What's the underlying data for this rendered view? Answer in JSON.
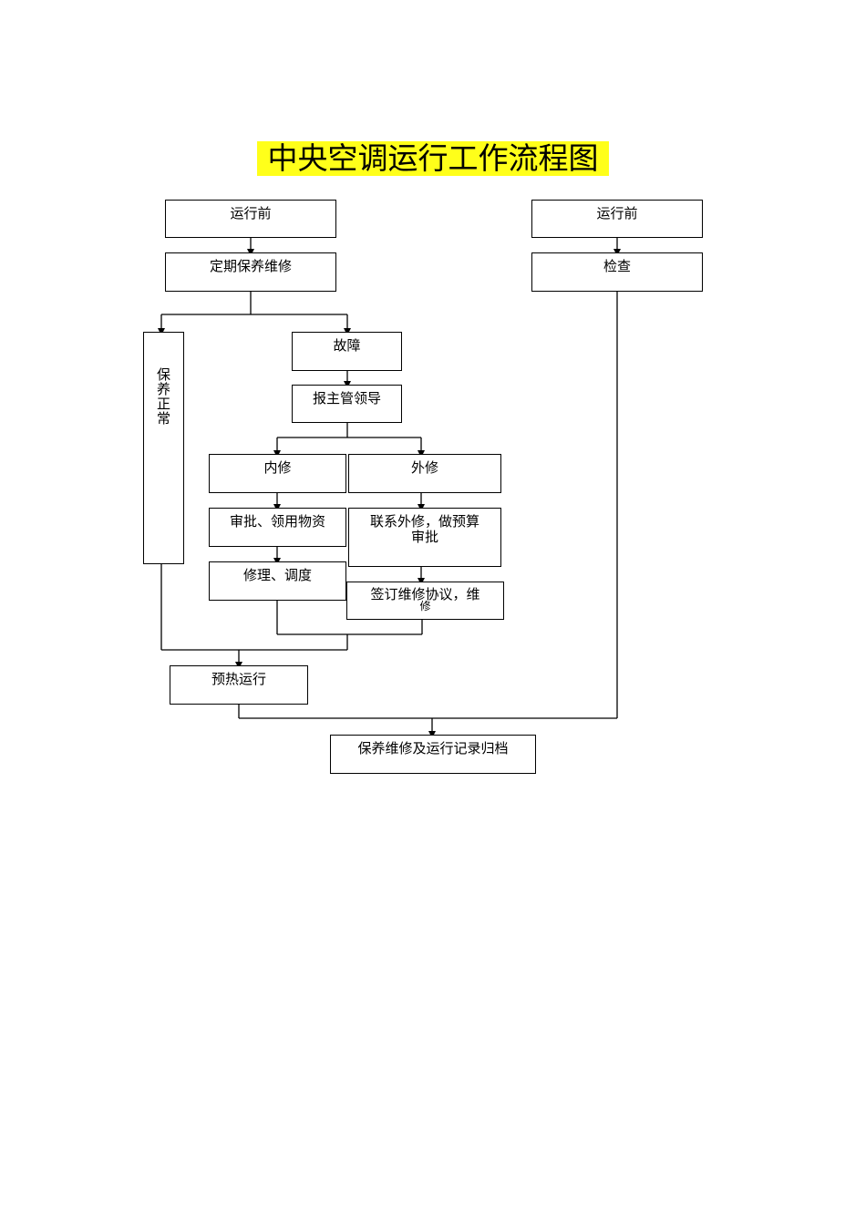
{
  "title": "中央空调运行工作流程图",
  "colors": {
    "title_highlight": "#ffff1a",
    "line": "#000000"
  },
  "nodes": {
    "pre_left": "运行前",
    "pre_right": "运行前",
    "maintenance": "定期保养维修",
    "inspect": "检查",
    "normal": "保养正常",
    "fault": "故障",
    "report": "报主管领导",
    "internal": "内修",
    "external": "外修",
    "approve_line1": "审批、领用物资",
    "contact_line1": "联系外修，做预算",
    "contact_line2": "审批",
    "repair": "修理、调度",
    "sign_line1": "签订维修协议，维",
    "sign_line2": "修",
    "preheat": "预热运行",
    "archive": "保养维修及运行记录归档"
  }
}
